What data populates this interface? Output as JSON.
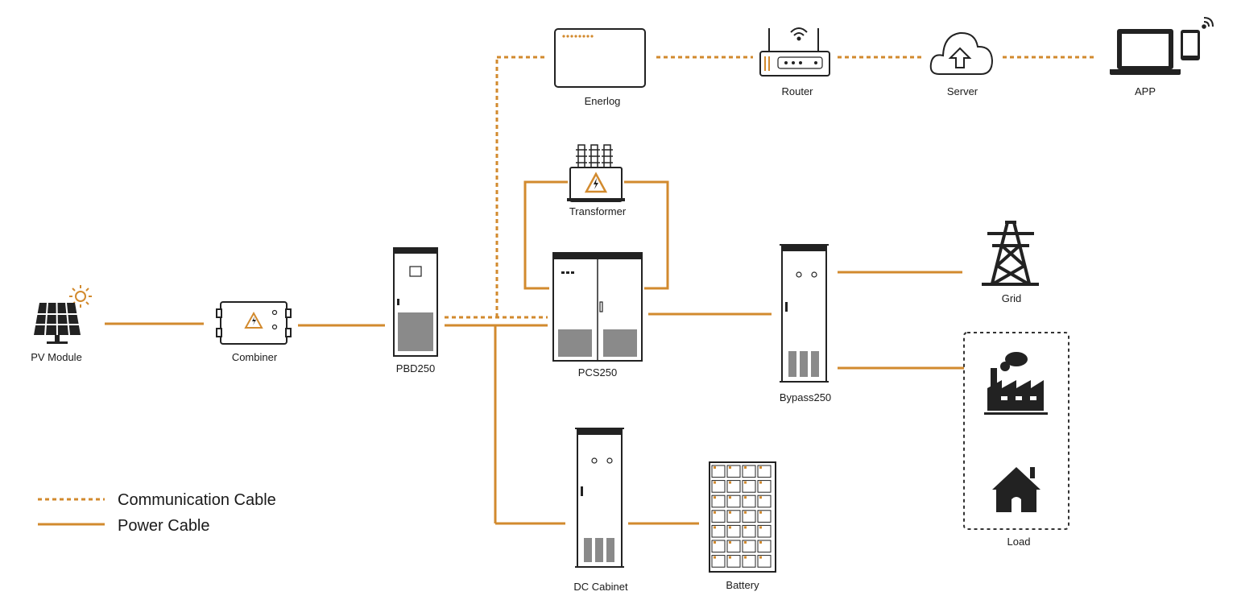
{
  "colors": {
    "accent": "#d28a2e",
    "ink": "#222222"
  },
  "components": {
    "pv_module": "PV Module",
    "combiner": "Combiner",
    "pbd": "PBD250",
    "pcs": "PCS250",
    "transformer": "Transformer",
    "enerlog": "Enerlog",
    "router": "Router",
    "server": "Server",
    "app": "APP",
    "bypass": "Bypass250",
    "grid": "Grid",
    "load": "Load",
    "dc_cabinet": "DC Cabinet",
    "battery": "Battery"
  },
  "legend": {
    "communication": "Communication Cable",
    "power": "Power Cable"
  }
}
